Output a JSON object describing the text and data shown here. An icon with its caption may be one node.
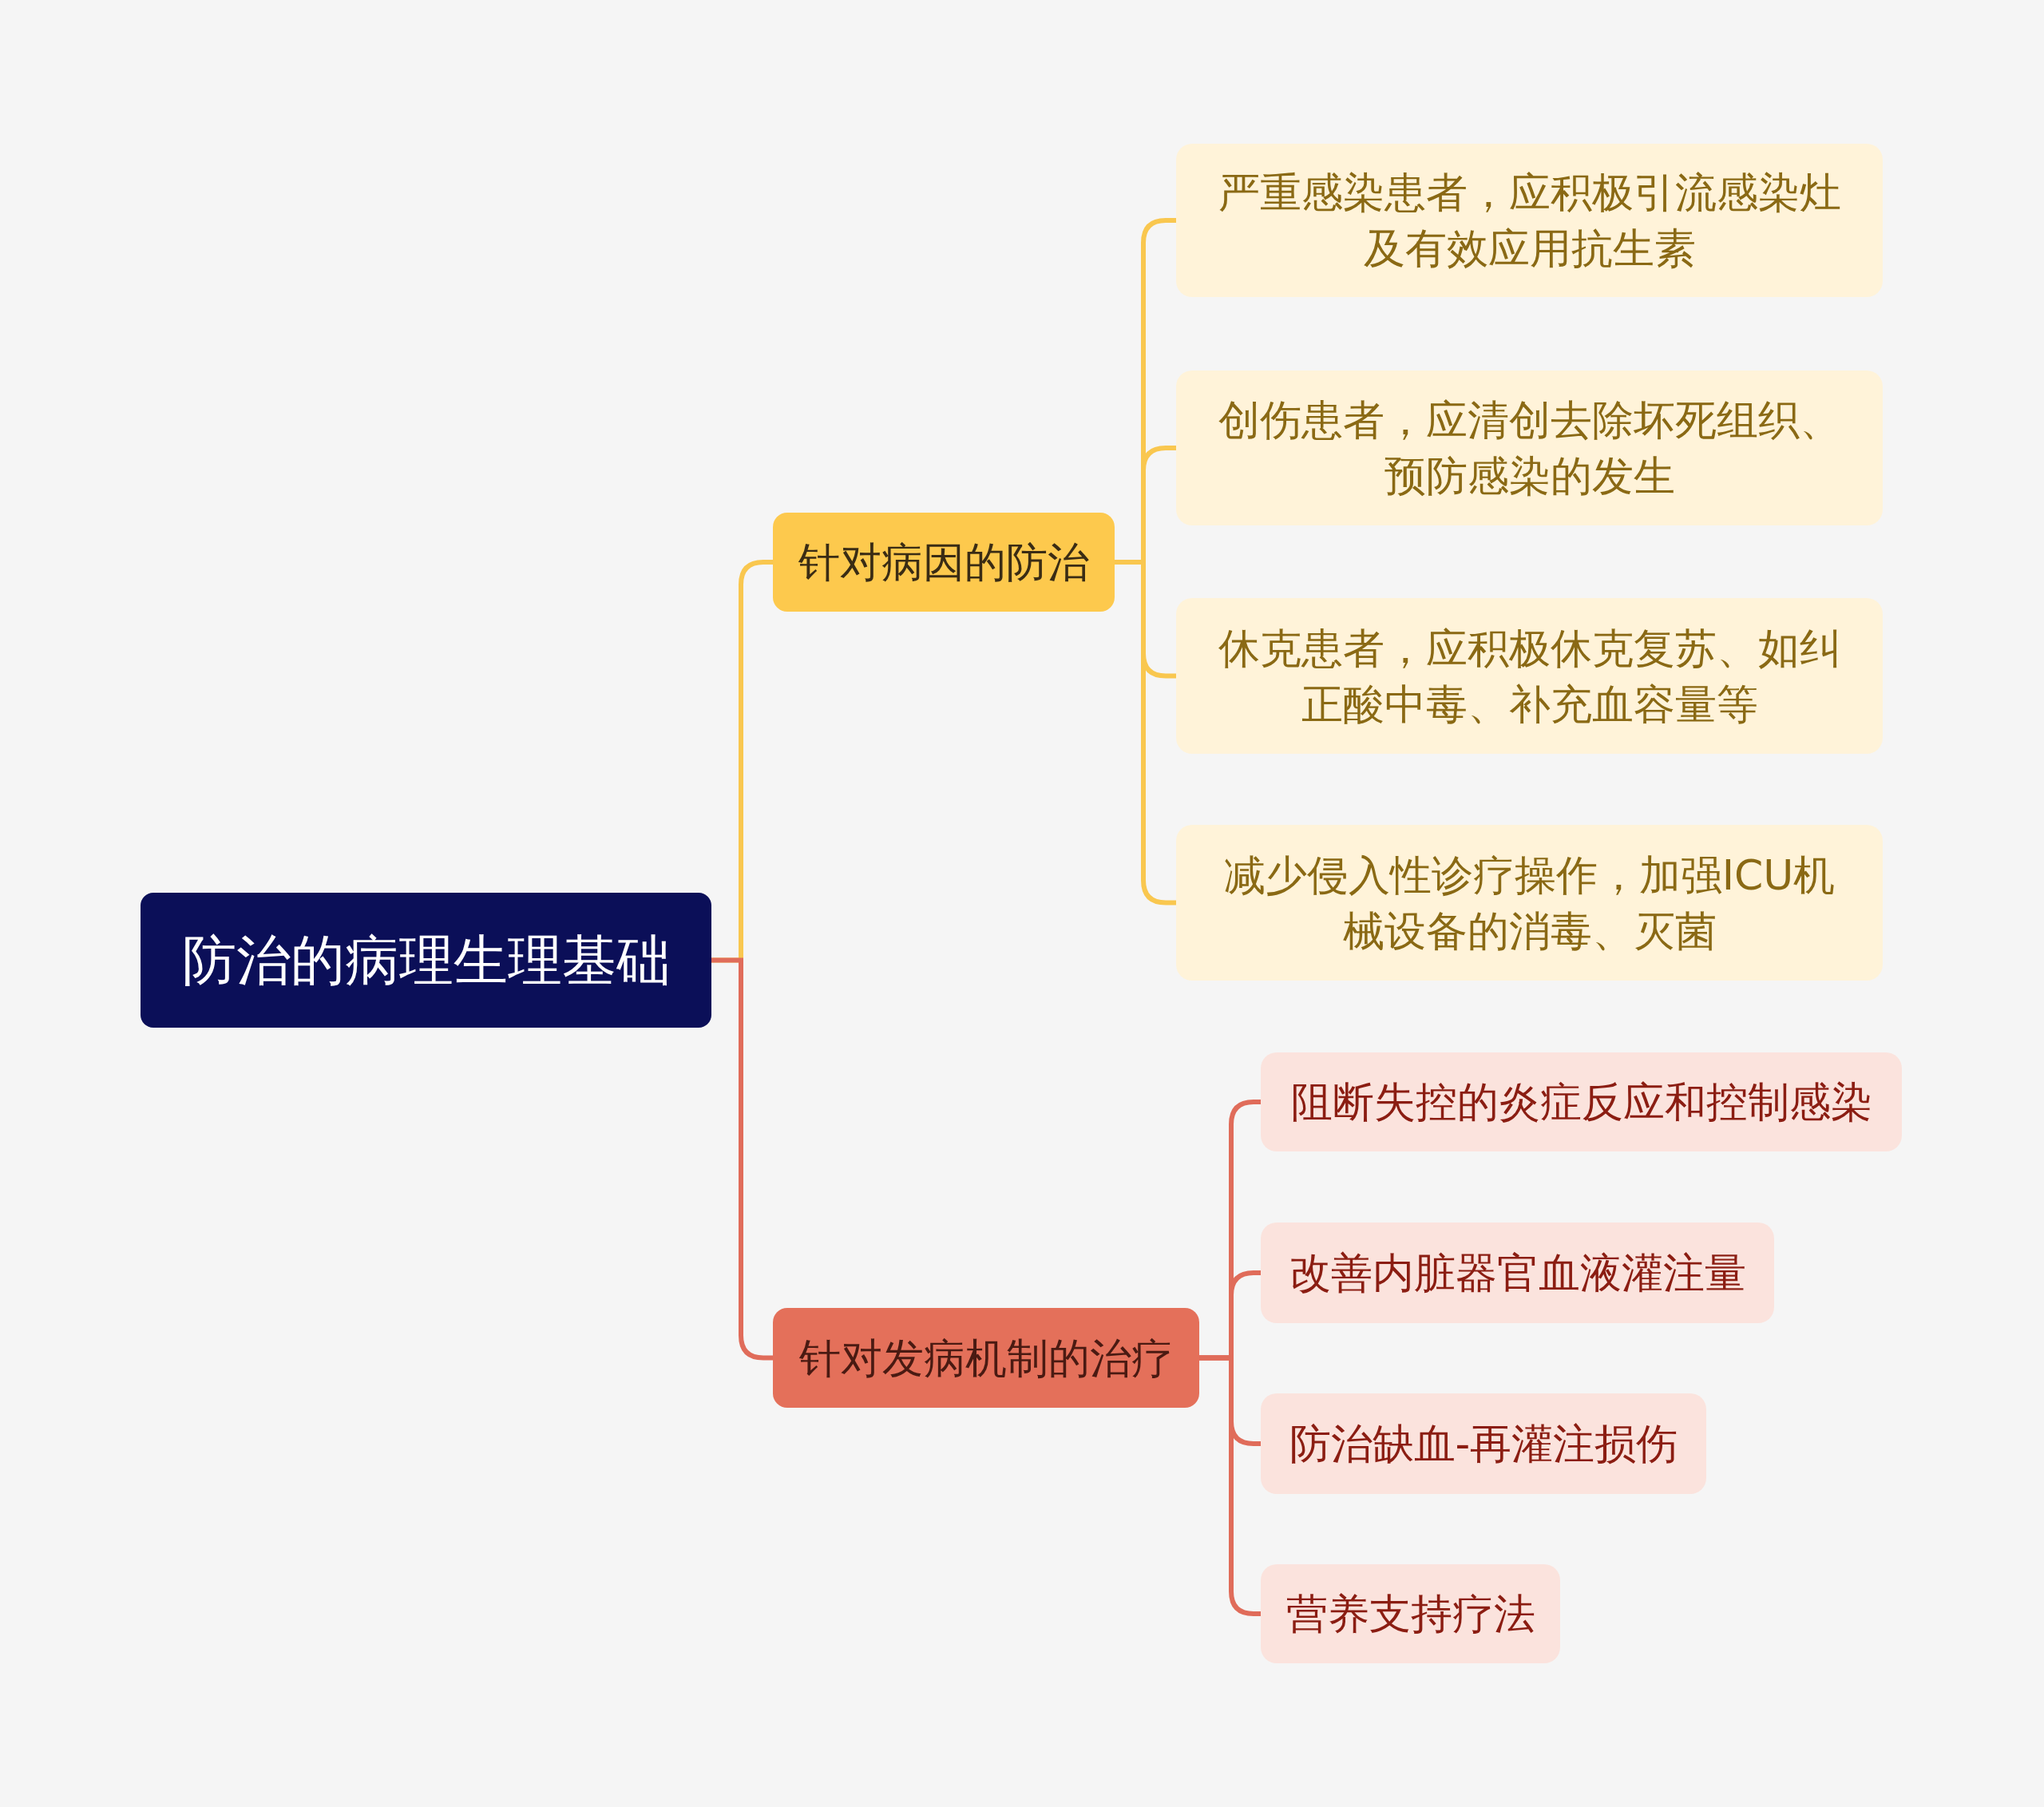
{
  "diagram": {
    "nodes": [
      {
        "text": [
          "防治的病理生理基础"
        ]
      },
      {
        "text": [
          "针对病因的防治"
        ]
      },
      {
        "text": [
          "严重感染患者，应积极引流感染灶及有效应用抗生素"
        ]
      },
      {
        "text": [
          "创伤患者，应清创去除坏死组织、预防感染的发生"
        ]
      },
      {
        "text": [
          "休克患者，应积极休克复苏、如纠正酸中毒、补充血容量等"
        ]
      },
      {
        "text": [
          "减少侵入性诊疗操作，加强ICU机械设备的消毒、灭菌"
        ]
      },
      {
        "text": [
          "针对发病机制的治疗"
        ]
      },
      {
        "text": [
          "阻断失控的炎症反应和控制感染"
        ]
      },
      {
        "text": [
          "改善内脏器官血液灌注量"
        ]
      },
      {
        "text": [
          "防治缺血-再灌注损伤"
        ]
      },
      {
        "text": [
          "营养支持疗法"
        ]
      }
    ],
    "edges": [
      {
        "from": 0,
        "to": 1,
        "arrow": "none",
        "color": "#f9c74f"
      },
      {
        "from": 1,
        "to": 2,
        "arrow": "none",
        "color": "#f9c74f"
      },
      {
        "from": 1,
        "to": 3,
        "arrow": "none",
        "color": "#f9c74f"
      },
      {
        "from": 1,
        "to": 4,
        "arrow": "none",
        "color": "#f9c74f"
      },
      {
        "from": 1,
        "to": 5,
        "arrow": "none",
        "color": "#f9c74f"
      },
      {
        "from": 0,
        "to": 6,
        "arrow": "none",
        "color": "#e06c5a"
      },
      {
        "from": 6,
        "to": 7,
        "arrow": "none",
        "color": "#e06c5a"
      },
      {
        "from": 6,
        "to": 8,
        "arrow": "none",
        "color": "#e06c5a"
      },
      {
        "from": 6,
        "to": 9,
        "arrow": "none",
        "color": "#e06c5a"
      },
      {
        "from": 6,
        "to": 10,
        "arrow": "none",
        "color": "#e06c5a"
      }
    ]
  }
}
